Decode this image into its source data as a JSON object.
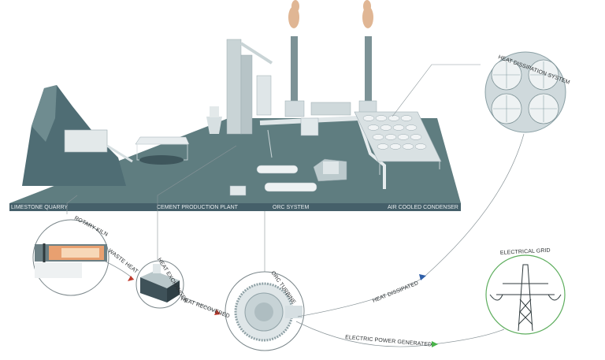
{
  "plant_labels": {
    "limestone_quarry": "LIMESTONE QUARRY",
    "cement_production_plant": "CEMENT PRODUCTION PLANT",
    "orc_system": "ORC SYSTEM",
    "air_cooled_condenser": "AIR COOLED CONDENSER"
  },
  "components": {
    "heat_dissipation_system": "HEAT DISSIPATION SYSTEM",
    "rotary_kiln": "ROTARY KILN",
    "heat_exchanger": "HEAT EXCHANGER",
    "orc_turbine": "ORC TURBINE",
    "electrical_grid": "ELECTRICAL GRID"
  },
  "flows": {
    "waste_heat": "WASTE HEAT",
    "heat_recovered": "HEAT RECOVERED",
    "heat_dissipated": "HEAT DISSIPATED",
    "electric_power_generated": "ELECTRIC POWER GENERATED"
  },
  "colors": {
    "plant": "#5f7d80",
    "plant_dark": "#45606a",
    "waste_heat_arrow": "#c0392b",
    "heat_dissipated_arrow": "#2f5fa8",
    "electric_arrow": "#49b34a",
    "smoke": "#d9a47a"
  }
}
